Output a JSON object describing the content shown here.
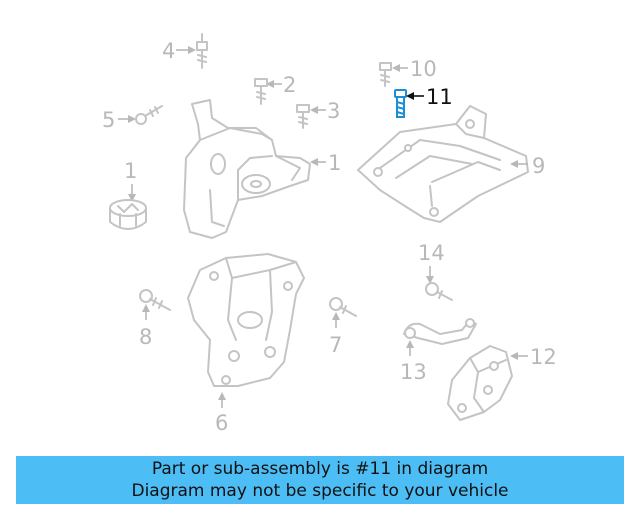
{
  "diagram": {
    "callouts": [
      "1",
      "1",
      "2",
      "3",
      "4",
      "5",
      "6",
      "7",
      "8",
      "9",
      "10",
      "11",
      "12",
      "13",
      "14"
    ],
    "highlighted_callout": "11"
  },
  "banner": {
    "line1": "Part or sub-assembly is #11 in diagram",
    "line2": "Diagram may not be specific to your vehicle"
  },
  "colors": {
    "banner_background": "#4dbdf5",
    "part_outline": "#c4c4c4",
    "highlight_part": "#1a8fd6",
    "highlight_text": "#111111"
  }
}
